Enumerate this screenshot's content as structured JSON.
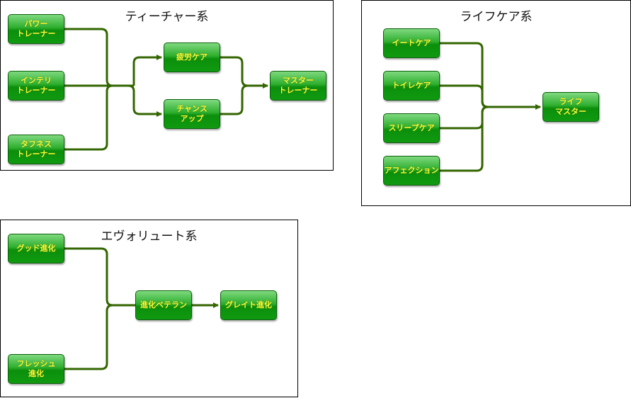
{
  "panels": [
    {
      "title": "ティーチャー系",
      "nodes": [
        "パワー\nトレーナー",
        "インテリ\nトレーナー",
        "タフネス\nトレーナー",
        "疲労ケア",
        "チャンス\nアップ",
        "マスター\nトレーナー"
      ]
    },
    {
      "title": "ライフケア系",
      "nodes": [
        "イートケア",
        "トイレケア",
        "スリープケア",
        "アフェクション",
        "ライフ\nマスター"
      ]
    },
    {
      "title": "エヴォリュート系",
      "nodes": [
        "グッド進化",
        "フレッシュ\n進化",
        "進化ベテラン",
        "グレイト進化"
      ]
    }
  ],
  "colors": {
    "node_fill": "#1a9e1a",
    "node_text": "#ffff33",
    "connector": "#336600"
  }
}
